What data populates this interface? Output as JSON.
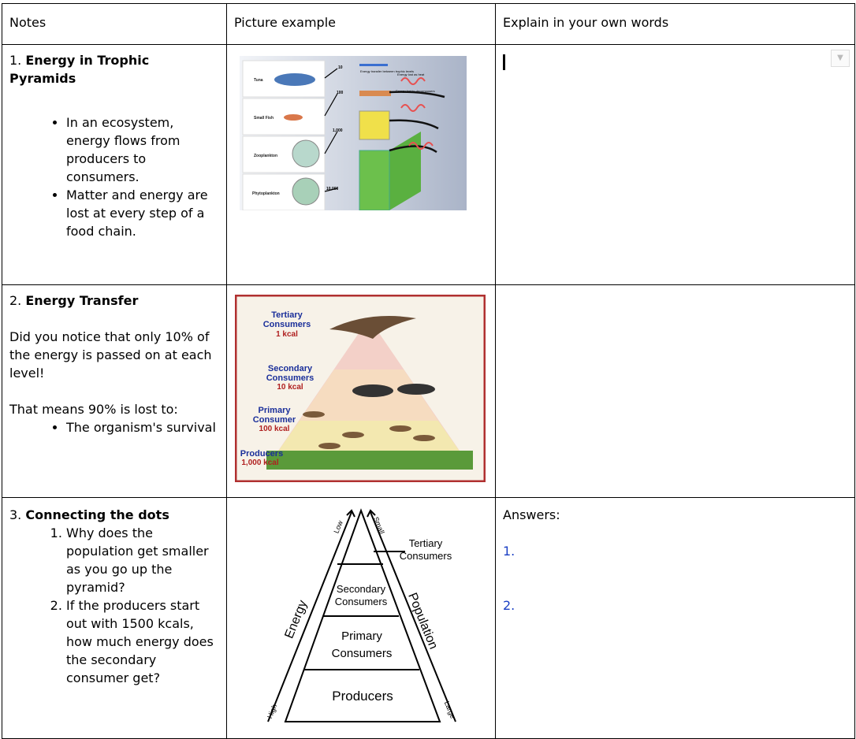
{
  "headers": [
    "Notes",
    "Picture example",
    "Explain in your own words"
  ],
  "row1": {
    "num": "1.",
    "title": "Energy in Trophic Pyramids",
    "bullets": [
      "In an ecosystem, energy flows from producers to consumers.",
      "Matter and energy are lost at every step of a food chain."
    ],
    "image": {
      "labels": [
        "Tuna",
        "Small Fish",
        "Zooplankton",
        "Phytoplankton"
      ],
      "values": [
        "10",
        "100",
        "1,000",
        "10,000"
      ],
      "notes": [
        "Energy transfer between trophic levels",
        "Energy lost as heat",
        "Energy lost to decomposers"
      ]
    }
  },
  "row2": {
    "num": "2.",
    "title": "Energy Transfer",
    "p1": "Did you notice that only 10% of the energy is passed on at each level!",
    "p2": "That means 90% is lost to:",
    "bullets": [
      "The organism's survival"
    ],
    "image": {
      "levels": [
        {
          "name1": "Tertiary",
          "name2": "Consumers",
          "kcal": "1 kcal"
        },
        {
          "name1": "Secondary",
          "name2": "Consumers",
          "kcal": "10 kcal"
        },
        {
          "name1": "Primary",
          "name2": "Consumer",
          "kcal": "100 kcal"
        },
        {
          "name1": "Producers",
          "name2": "",
          "kcal": "1,000 kcal"
        }
      ]
    }
  },
  "row3": {
    "num": "3.",
    "title": "Connecting the dots",
    "questions": [
      "Why does the population get smaller as you go up the pyramid?",
      "If the producers start out with 1500 kcals, how much energy does the secondary consumer get?"
    ],
    "answers_label": "Answers:",
    "answers": [
      "1.",
      "2."
    ],
    "image": {
      "levels": [
        "Tertiary",
        "Consumers",
        "Secondary",
        "Consumers",
        "Primary",
        "Consumers",
        "Producers"
      ],
      "energy": "Energy",
      "population": "Population",
      "low": "Low",
      "high": "High",
      "small": "Small",
      "large": "Large"
    }
  },
  "colors": {
    "link": "#1a3fc4",
    "border": "#000000"
  }
}
